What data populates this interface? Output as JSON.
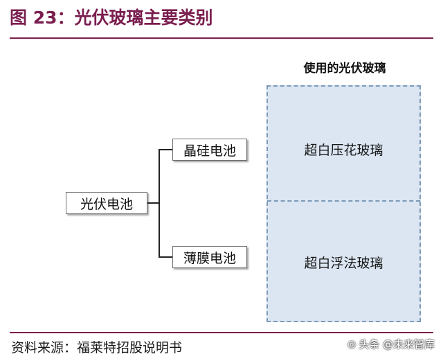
{
  "figure": {
    "title": "图 23：光伏玻璃主要类别"
  },
  "diagram": {
    "root": "光伏电池",
    "branches": [
      "晶硅电池",
      "薄膜电池"
    ],
    "glass_header": "使用的光伏玻璃",
    "glass_types": [
      "超白压花玻璃",
      "超白浮法玻璃"
    ]
  },
  "footer": {
    "source": "资料来源：福莱特招股说明书",
    "watermark": "头条 @未来智库"
  },
  "colors": {
    "title": "#7a1e4f",
    "rule": "#7a1e4f",
    "glass_fill": "#dbe6f2",
    "glass_border": "#7d9ab8"
  }
}
